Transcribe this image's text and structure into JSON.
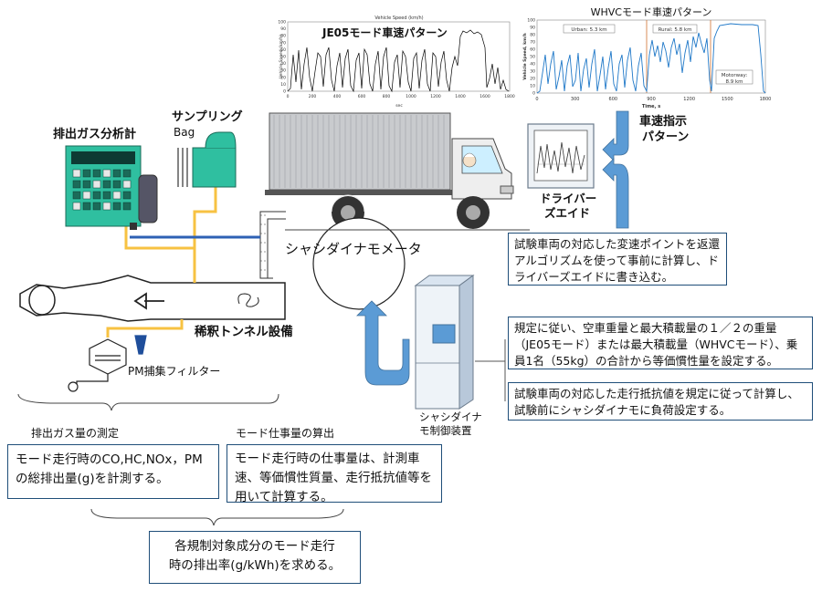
{
  "charts": {
    "je05": {
      "title": "Vehicle Speed (km/h)",
      "label": "JE05モード車速パターン",
      "ylabel": "Vehicle Speed (km/h)",
      "xlabel": "sec",
      "x_ticks": [
        "0",
        "200",
        "400",
        "600",
        "800",
        "1000",
        "1200",
        "1400",
        "1600",
        "1800"
      ],
      "y_ticks": [
        "0",
        "10",
        "20",
        "30",
        "40",
        "50",
        "60",
        "70",
        "80",
        "90",
        "100"
      ]
    },
    "whvc": {
      "title": "WHVCモード車速パターン",
      "ylabel": "Vehicle Speed, km/h",
      "xlabel": "Time, s",
      "x_ticks": [
        "0",
        "300",
        "600",
        "900",
        "1200",
        "1500",
        "1800"
      ],
      "y_ticks": [
        "0",
        "10",
        "20",
        "30",
        "40",
        "50",
        "60",
        "70",
        "80",
        "90",
        "100"
      ],
      "urban": "Urban: 5.3 km",
      "rural": "Rural: 5.8 km",
      "motorway_1": "Motorway:",
      "motorway_2": "8.9 km"
    }
  },
  "labels": {
    "analyzer": "排出ガス分析計",
    "sampling_1": "サンプリング",
    "sampling_2": "Bag",
    "speed_cmd_1": "車速指示",
    "speed_cmd_2": "パターン",
    "driver_aid_1": "ドライバー",
    "driver_aid_2": "ズエイド",
    "dyno": "シャシダイナモメータ",
    "tunnel": "稀釈トンネル設備",
    "pm_filter": "PM捕集フィルター",
    "dyno_ctrl_1": "シャシダイナ",
    "dyno_ctrl_2": "モ制御装置",
    "emission_measure": "排出ガス量の測定",
    "work_calc": "モード仕事量の算出"
  },
  "notes": {
    "shift_points": "試験車両の対応した変速ポイントを返還アルゴリズムを使って事前に計算し、ドライバーズエイドに書き込む。",
    "inertia": "規定に従い、空車重量と最大積載量の１／２の重量（JE05モード）または最大積載量（WHVCモード）、乗員1名（55kg）の合計から等価慣性量を設定する。",
    "load": "試験車両の対応した走行抵抗値を規定に従って計算し、試験前にシャシダイナモに負荷設定する。",
    "emission": "モード走行時のCO,HC,NOx，PMの総排出量(g)を計測する。",
    "work": "モード走行時の仕事量は、計測車速、等価慣性質量、走行抵抗値等を用いて計算する。",
    "result_1": "各規制対象成分のモード走行",
    "result_2": "時の排出率(g/kWh)を求める。"
  }
}
